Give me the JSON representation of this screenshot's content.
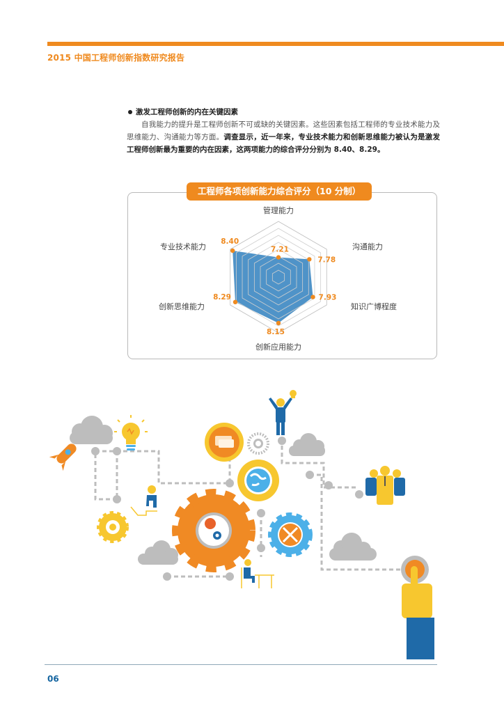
{
  "header": {
    "title": "2015 中国工程师创新指数研究报告",
    "accent_color": "#ef8a1f"
  },
  "section": {
    "heading": "激发工程师创新的内在关键因素",
    "paragraph_normal": "自我能力的提升是工程师创新不可或缺的关键因素。这些因素包括工程师的专业技术能力及思维能力、沟通能力等方面。",
    "paragraph_bold": "调查显示，近一年来，专业技术能力和创新思维能力被认为是激发工程师创新最为重要的内在因素，这两项能力的综合评分分别为 8.40、8.29。"
  },
  "chart_data": {
    "type": "radar",
    "title": "工程师各项创新能力综合评分（10 分制）",
    "categories": [
      "管理能力",
      "沟通能力",
      "知识广博程度",
      "创新应用能力",
      "创新思维能力",
      "专业技术能力"
    ],
    "values": [
      7.21,
      7.78,
      7.93,
      8.15,
      8.29,
      8.4
    ],
    "value_labels": [
      "7.21",
      "7.78",
      "7.93",
      "8.15",
      "8.29",
      "8.40"
    ],
    "scale_min": 6.5,
    "scale_max": 8.5,
    "grid_rings": 8,
    "fill_color": "#4f93c8",
    "point_color": "#ef8a1f",
    "label_color": "#ef8a1f",
    "grid_color": "#bdbdbd"
  },
  "illustration": {
    "description": "innovation infographic",
    "colors": {
      "orange": "#f08a24",
      "yellow": "#f7c72f",
      "blue": "#1f6aa8",
      "light_blue": "#4cb0e8",
      "gray": "#bdbdbd"
    }
  },
  "footer": {
    "page_number": "06"
  }
}
